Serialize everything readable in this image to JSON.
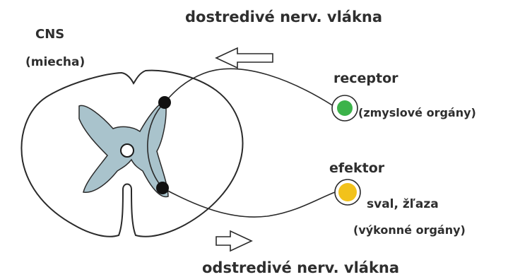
{
  "labels": {
    "afferent_title": "dostredivé nerv. vlákna",
    "cns": "CNS",
    "cns_part": "(miecha)",
    "receptor": "receptor",
    "receptor_note": "(zmyslové orgány)",
    "effector": "efektor",
    "effector_examples": "sval, žľaza",
    "effector_note": "(výkonné orgány)",
    "efferent_title": "odstredivé nerv. vlákna"
  },
  "colors": {
    "outline": "#2a2a2a",
    "grey_matter": "#a9c3cc",
    "neuron_body": "#111111",
    "central_canal": "#ffffff",
    "receptor_fill": "#3cb34a",
    "effector_fill": "#f2c21b",
    "arrow_fill": "#ffffff"
  },
  "arrows": {
    "afferent_direction": "left",
    "efferent_direction": "right"
  }
}
